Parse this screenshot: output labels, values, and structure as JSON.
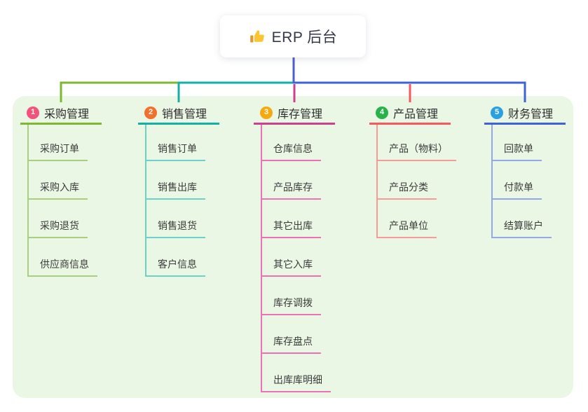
{
  "root": {
    "icon": "thumbs-up",
    "title": "ERP 后台"
  },
  "colors": {
    "panel": "#ebf7e5",
    "root_connector": "#4c5ed2",
    "text_dark": "#33394a"
  },
  "branches": [
    {
      "index": "1",
      "label": "采购管理",
      "badge_color": "#f3537a",
      "line_color": "#7db832",
      "child_line_color": "#a8cf7d",
      "children": [
        "采购订单",
        "采购入库",
        "采购退货",
        "供应商信息"
      ]
    },
    {
      "index": "2",
      "label": "销售管理",
      "badge_color": "#f2702b",
      "line_color": "#13b1a5",
      "child_line_color": "#6bd1c9",
      "children": [
        "销售订单",
        "销售出库",
        "销售退货",
        "客户信息"
      ]
    },
    {
      "index": "3",
      "label": "库存管理",
      "badge_color": "#f6a90e",
      "line_color": "#cc4090",
      "child_line_color": "#f070b5",
      "children": [
        "仓库信息",
        "产品库存",
        "其它出库",
        "其它入库",
        "库存调拨",
        "库存盘点",
        "出库库明细"
      ]
    },
    {
      "index": "4",
      "label": "产品管理",
      "badge_color": "#29b24a",
      "line_color": "#f8575b",
      "child_line_color": "#f79b98",
      "children": [
        "产品（物料）",
        "产品分类",
        "产品单位"
      ]
    },
    {
      "index": "5",
      "label": "财务管理",
      "badge_color": "#29a0e2",
      "line_color": "#3f63d6",
      "child_line_color": "#93a8e8",
      "children": [
        "回款单",
        "付款单",
        "结算账户"
      ]
    }
  ]
}
